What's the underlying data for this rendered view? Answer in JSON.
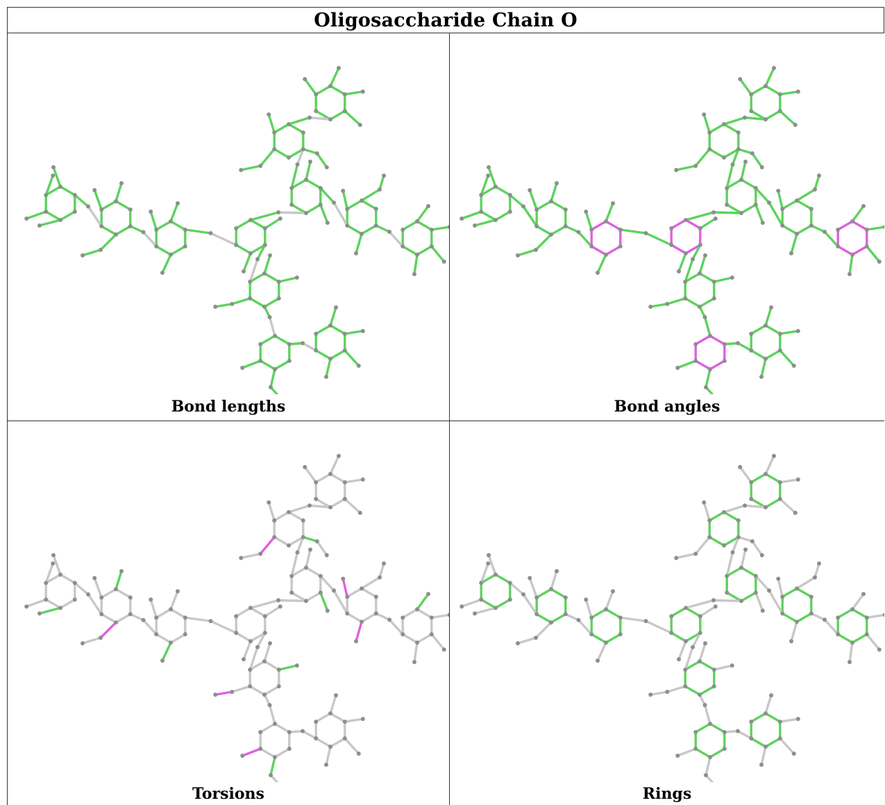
{
  "title": "Oligosaccharide Chain O",
  "panels": [
    {
      "caption": "Bond lengths",
      "scheme": "lengths"
    },
    {
      "caption": "Bond angles",
      "scheme": "angles"
    },
    {
      "caption": "Torsions",
      "scheme": "torsions"
    },
    {
      "caption": "Rings",
      "scheme": "rings"
    }
  ],
  "colors": {
    "ok": "#5dd35d",
    "outlier": "#e060e0",
    "neutral": "#c8c8c8",
    "atom": "#8e8e8e",
    "border": "#333333"
  }
}
